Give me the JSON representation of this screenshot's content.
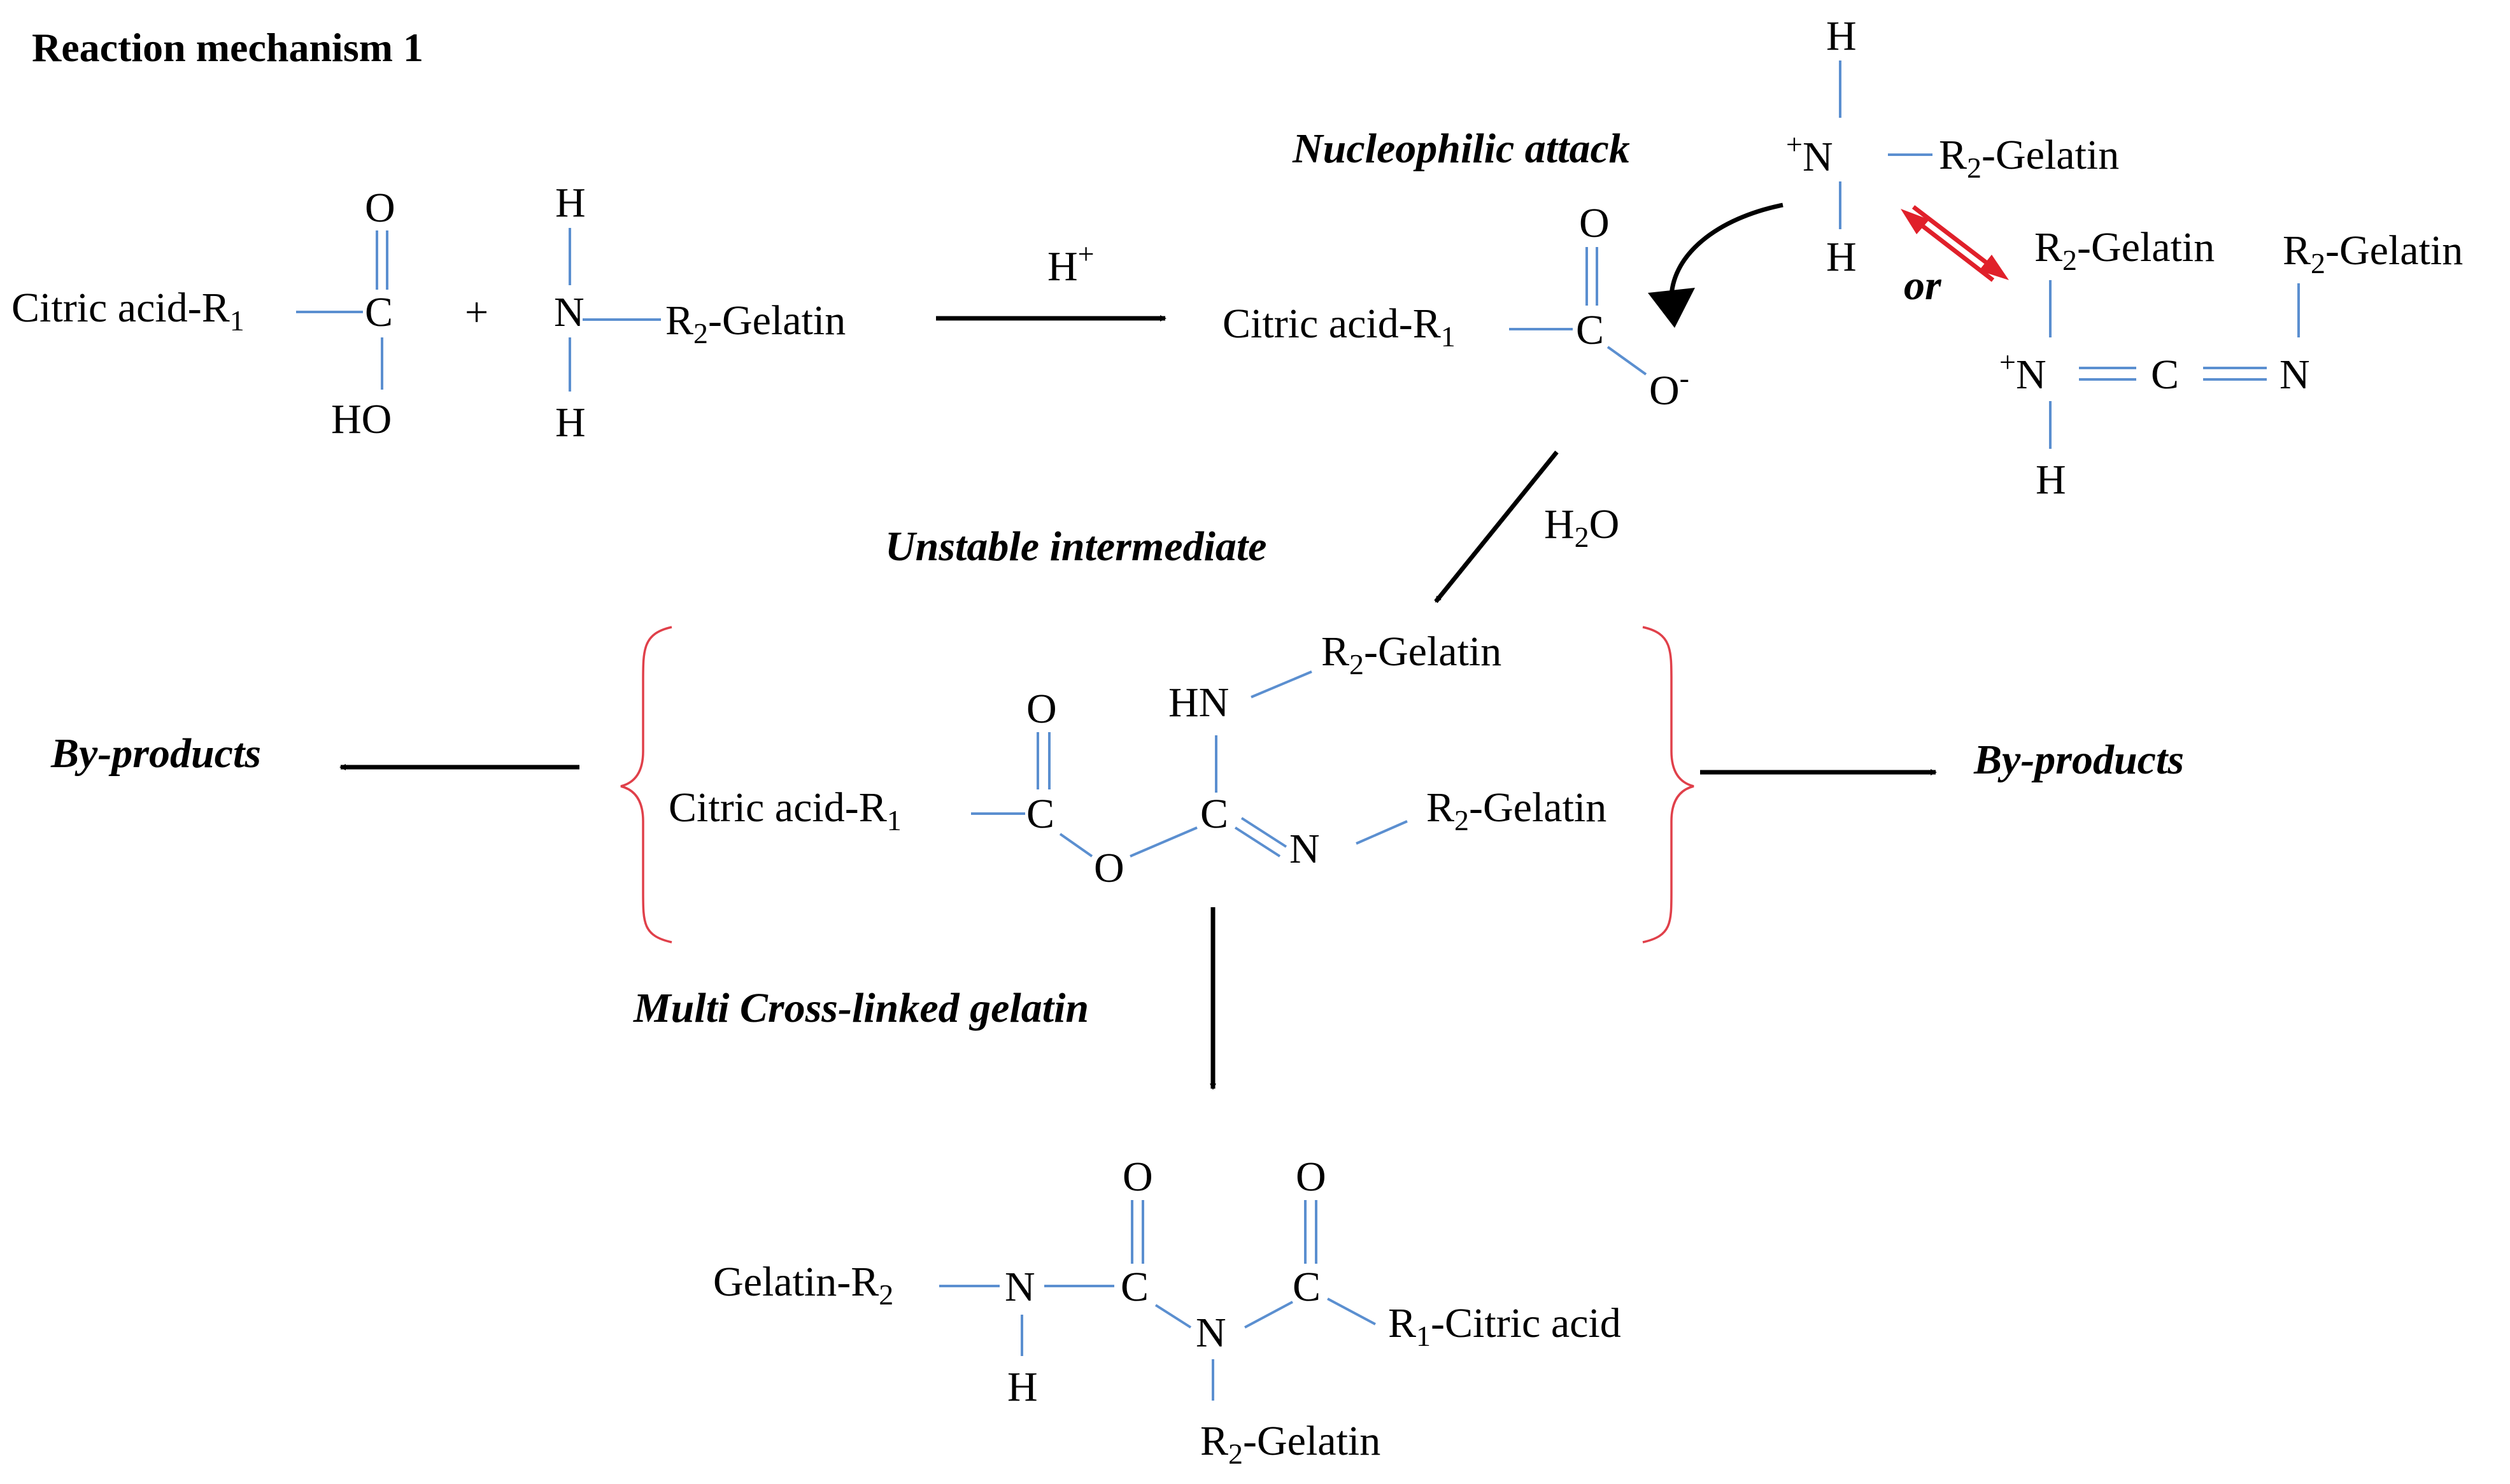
{
  "title": "Reaction mechanism 1",
  "labels": {
    "nucleophilic": "Nucleophilic attack",
    "unstable": "Unstable intermediate",
    "byproducts_left": "By-products",
    "byproducts_right": "By-products",
    "multi": "Multi Cross-linked gelatin",
    "or": "or"
  },
  "atoms": {
    "O": "O",
    "C": "C",
    "N": "N",
    "H": "H",
    "HO": "HO",
    "HN": "HN"
  },
  "groups": {
    "citric_r1_prefix": "Citric acid-R",
    "sub1": "1",
    "sub2": "2",
    "r_prefix": "R",
    "gelatin_suffix": "-Gelatin",
    "gelatin_r2_prefix": "Gelatin-R",
    "citric_suffix": "-Citric acid"
  },
  "symbols": {
    "plus": "+",
    "h_plus_base": "H",
    "plus_sign": "+",
    "minus_sign": "-",
    "h2o_h": "H",
    "h2o_2": "2",
    "h2o_o": "O"
  },
  "colors": {
    "bond": "#5b8fd0",
    "equilibrium": "#e0202a",
    "brace": "#e0404a",
    "text": "#000000"
  }
}
